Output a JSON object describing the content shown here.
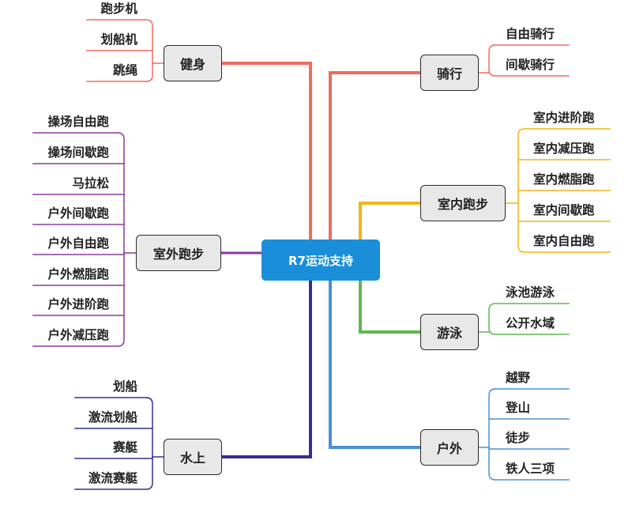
{
  "root": {
    "label": "R7运动支持",
    "color": "#1a8ed8"
  },
  "branches": [
    {
      "id": "jianshen",
      "label": "健身",
      "side": "left",
      "color": "#f26b5b",
      "leaves": [
        "跑步机",
        "划船机",
        "跳绳"
      ]
    },
    {
      "id": "shiwai",
      "label": "室外跑步",
      "side": "left",
      "color": "#8a3a9b",
      "leaves": [
        "操场自由跑",
        "操场间歇跑",
        "马拉松",
        "户外间歇跑",
        "户外自由跑",
        "户外燃脂跑",
        "户外进阶跑",
        "户外减压跑"
      ]
    },
    {
      "id": "shuishang",
      "label": "水上",
      "side": "left",
      "color": "#35308f",
      "leaves": [
        "划船",
        "激流划船",
        "赛艇",
        "激流赛艇"
      ]
    },
    {
      "id": "qixing",
      "label": "骑行",
      "side": "right",
      "color": "#f26b5b",
      "leaves": [
        "自由骑行",
        "间歇骑行"
      ]
    },
    {
      "id": "shinei",
      "label": "室内跑步",
      "side": "right",
      "color": "#f2b418",
      "leaves": [
        "室内进阶跑",
        "室内减压跑",
        "室内燃脂跑",
        "室内间歇跑",
        "室内自由跑"
      ]
    },
    {
      "id": "youyong",
      "label": "游泳",
      "side": "right",
      "color": "#5cb94a",
      "leaves": [
        "泳池游泳",
        "公开水域"
      ]
    },
    {
      "id": "huwai",
      "label": "户外",
      "side": "right",
      "color": "#4a8fd6",
      "leaves": [
        "越野",
        "登山",
        "徒步",
        "铁人三项"
      ]
    }
  ]
}
